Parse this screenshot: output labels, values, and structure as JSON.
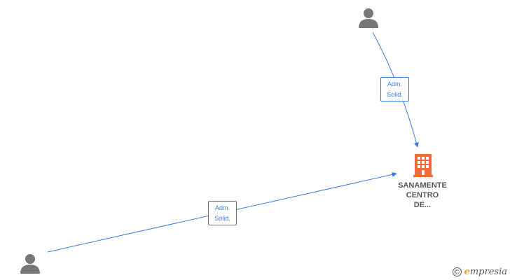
{
  "nodes": {
    "person_top": {
      "icon": "person-icon"
    },
    "person_bottom": {
      "icon": "person-icon",
      "label": ""
    },
    "company": {
      "icon": "building-icon",
      "name_line1": "SANAMENTE",
      "name_line2": "CENTRO",
      "name_line3": "DE..."
    }
  },
  "edges": [
    {
      "from": "person_top",
      "to": "company",
      "label_line1": "Adm.",
      "label_line2": "Solid."
    },
    {
      "from": "person_bottom",
      "to": "company",
      "label_line1": "Adm.",
      "label_line2": "Solid."
    }
  ],
  "colors": {
    "edge": "#3a7bd5",
    "person": "#777777",
    "company": "#f26a3d"
  },
  "watermark": {
    "symbol": "©",
    "brand_initial": "e",
    "brand_rest": "mpresia"
  }
}
